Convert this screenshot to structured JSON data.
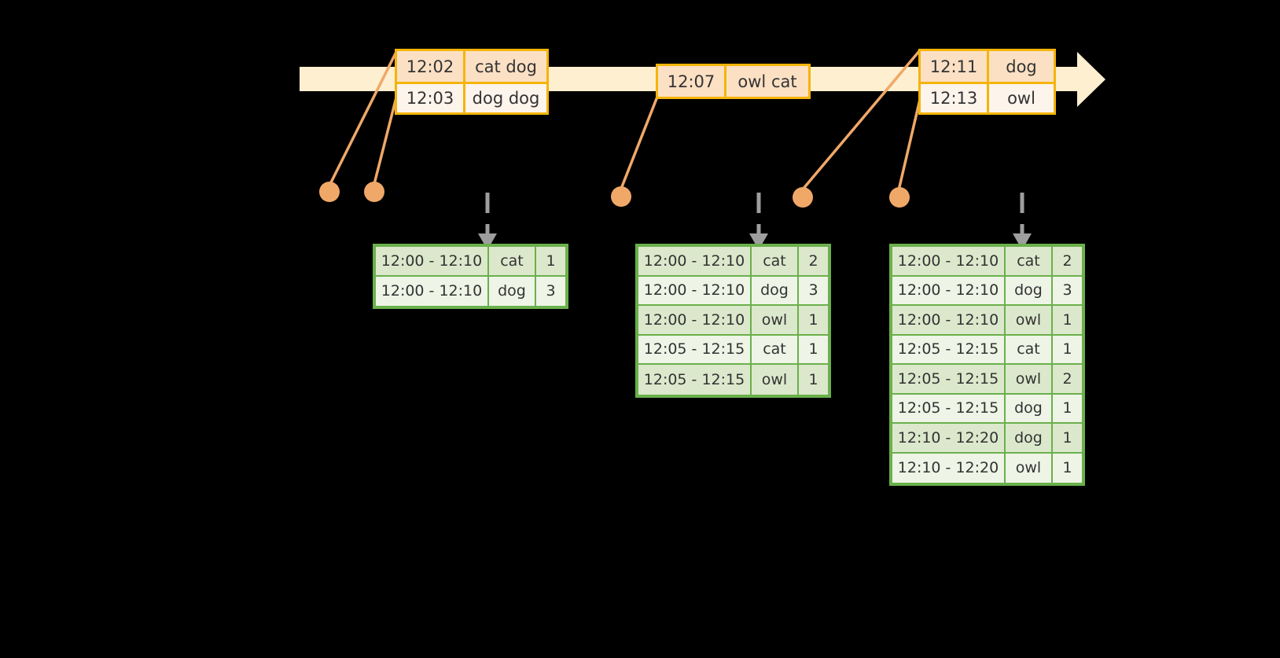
{
  "diagram": {
    "title": "sliding-window word count over an event timeline",
    "colors": {
      "background": "#000000",
      "timeline_fill": "#fdefcf",
      "event_border": "#f5b40a",
      "event_fill_shaded": "#fce0c4",
      "event_fill_plain": "#fdf4ec",
      "connector": "#f0a868",
      "dot": "#f0a868",
      "table_border": "#6ab04c",
      "table_fill_dark": "#dce8cc",
      "table_fill_light": "#eef4e6",
      "dashed_arrow": "#9e9e9e",
      "text": "#333333"
    }
  },
  "timeline": {
    "name": "event-timeline",
    "arrow_direction": "right",
    "event_groups": [
      {
        "id": "group-1",
        "events": [
          {
            "time": "12:02",
            "words": "cat dog"
          },
          {
            "time": "12:03",
            "words": "dog dog"
          }
        ]
      },
      {
        "id": "group-2",
        "events": [
          {
            "time": "12:07",
            "words": "owl cat"
          }
        ]
      },
      {
        "id": "group-3",
        "events": [
          {
            "time": "12:11",
            "words": "dog"
          },
          {
            "time": "12:13",
            "words": "owl"
          }
        ]
      }
    ]
  },
  "result_tables": [
    {
      "id": "result-table-1",
      "rows": [
        {
          "window": "12:00 - 12:10",
          "word": "cat",
          "count": "1"
        },
        {
          "window": "12:00 - 12:10",
          "word": "dog",
          "count": "3"
        }
      ]
    },
    {
      "id": "result-table-2",
      "rows": [
        {
          "window": "12:00 - 12:10",
          "word": "cat",
          "count": "2"
        },
        {
          "window": "12:00 - 12:10",
          "word": "dog",
          "count": "3"
        },
        {
          "window": "12:00 - 12:10",
          "word": "owl",
          "count": "1"
        },
        {
          "window": "12:05 - 12:15",
          "word": "cat",
          "count": "1"
        },
        {
          "window": "12:05 - 12:15",
          "word": "owl",
          "count": "1"
        }
      ]
    },
    {
      "id": "result-table-3",
      "rows": [
        {
          "window": "12:00 - 12:10",
          "word": "cat",
          "count": "2"
        },
        {
          "window": "12:00 - 12:10",
          "word": "dog",
          "count": "3"
        },
        {
          "window": "12:00 - 12:10",
          "word": "owl",
          "count": "1"
        },
        {
          "window": "12:05 - 12:15",
          "word": "cat",
          "count": "1"
        },
        {
          "window": "12:05 - 12:15",
          "word": "owl",
          "count": "2"
        },
        {
          "window": "12:05 - 12:15",
          "word": "dog",
          "count": "1"
        },
        {
          "window": "12:10 - 12:20",
          "word": "dog",
          "count": "1"
        },
        {
          "window": "12:10 - 12:20",
          "word": "owl",
          "count": "1"
        }
      ]
    }
  ]
}
